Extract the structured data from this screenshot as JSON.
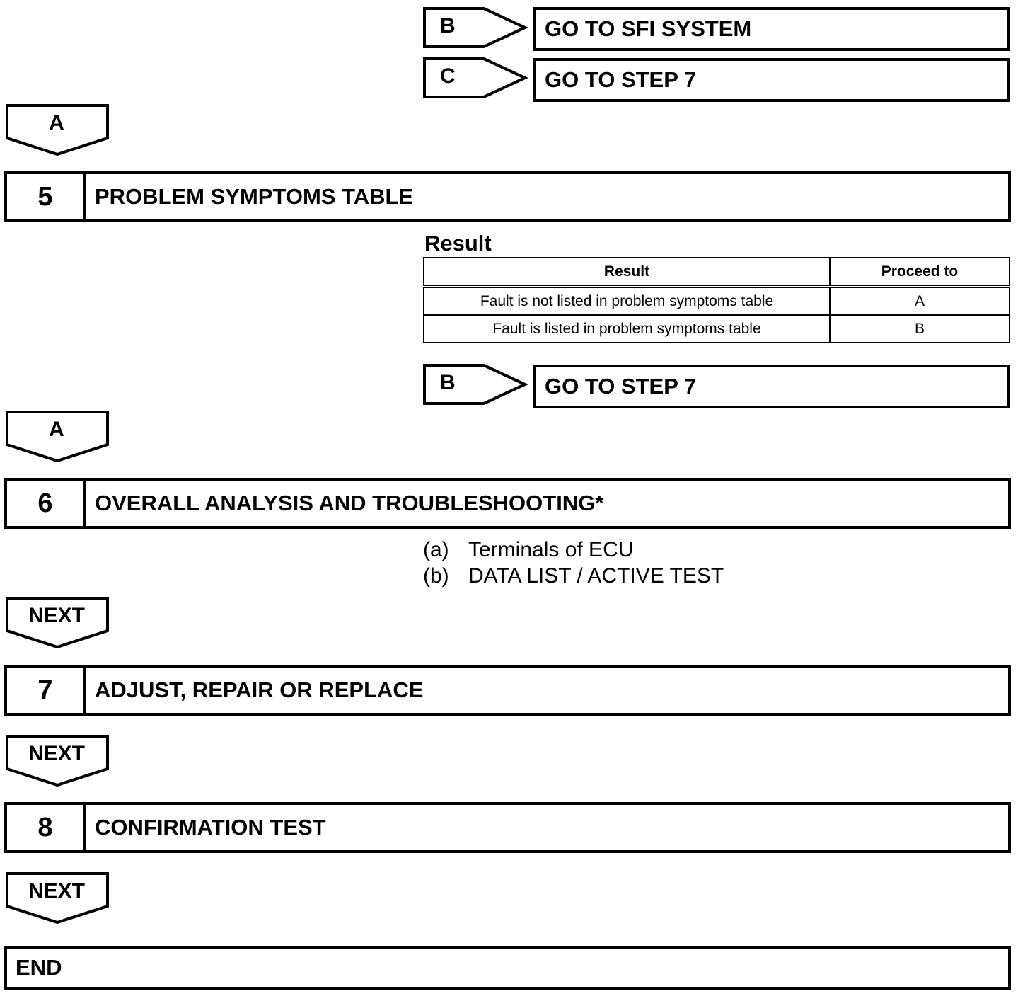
{
  "branches_top": [
    {
      "letter": "B",
      "goto": "GO TO SFI SYSTEM"
    },
    {
      "letter": "C",
      "goto": "GO TO STEP 7"
    }
  ],
  "flow_arrows": {
    "a1": "A",
    "a2": "A",
    "next1": "NEXT",
    "next2": "NEXT",
    "next3": "NEXT"
  },
  "steps": [
    {
      "num": "5",
      "title": "PROBLEM SYMPTOMS TABLE"
    },
    {
      "num": "6",
      "title": "OVERALL ANALYSIS AND TROUBLESHOOTING*"
    },
    {
      "num": "7",
      "title": "ADJUST, REPAIR OR REPLACE"
    },
    {
      "num": "8",
      "title": "CONFIRMATION TEST"
    }
  ],
  "result": {
    "heading": "Result",
    "columns": [
      "Result",
      "Proceed to"
    ],
    "rows": [
      [
        "Fault is not listed in problem symptoms table",
        "A"
      ],
      [
        "Fault is listed in problem symptoms table",
        "B"
      ]
    ]
  },
  "branch_mid": {
    "letter": "B",
    "goto": "GO TO STEP 7"
  },
  "sub_items": [
    {
      "label": "(a)",
      "text": "Terminals of ECU"
    },
    {
      "label": "(b)",
      "text": "DATA LIST / ACTIVE TEST"
    }
  ],
  "end_label": "END"
}
